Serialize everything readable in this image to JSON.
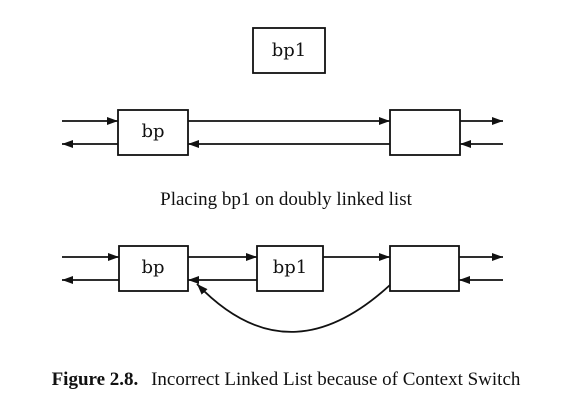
{
  "diagram": {
    "top": {
      "new_node_label": "bp1",
      "node_label": "bp",
      "caption": "Placing bp1 on doubly linked list"
    },
    "bottom": {
      "node_label": "bp",
      "new_node_label": "bp1"
    }
  },
  "figure": {
    "label": "Figure 2.8.",
    "caption": "Incorrect Linked List because of Context Switch"
  }
}
